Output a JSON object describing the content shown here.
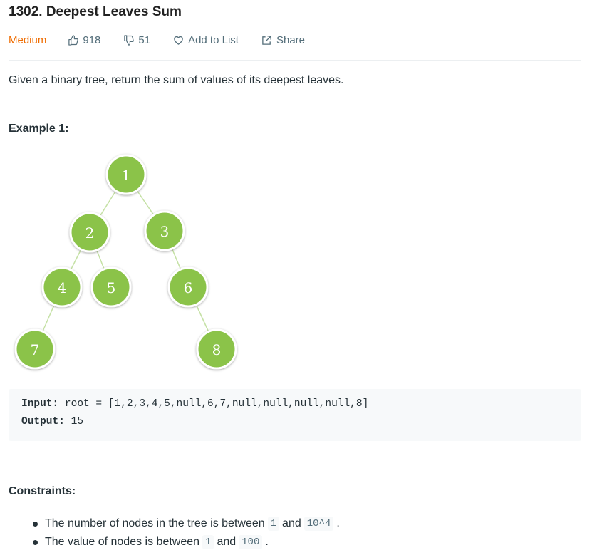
{
  "problem": {
    "title": "1302. Deepest Leaves Sum",
    "difficulty": "Medium",
    "likes": "918",
    "dislikes": "51",
    "add_to_list": "Add to List",
    "share": "Share"
  },
  "description": "Given a binary tree, return the sum of values of its deepest leaves.",
  "example": {
    "title": "Example 1:",
    "tree_nodes": [
      "1",
      "2",
      "3",
      "4",
      "5",
      "6",
      "7",
      "8"
    ],
    "input_label": "Input:",
    "input_value": " root = [1,2,3,4,5,null,6,7,null,null,null,null,8]",
    "output_label": "Output:",
    "output_value": " 15"
  },
  "constraints": {
    "title": "Constraints:",
    "items": [
      {
        "text_before": "The number of nodes in the tree is between",
        "code1": "1",
        "text_mid": "and",
        "code2": "10^4",
        "text_after": "."
      },
      {
        "text_before": "The value of nodes is between",
        "code1": "1",
        "text_mid": "and",
        "code2": "100",
        "text_after": "."
      }
    ]
  },
  "colors": {
    "difficulty": "#ef6c00",
    "node_fill": "#8bc34a",
    "edge": "#c5e1a5"
  }
}
